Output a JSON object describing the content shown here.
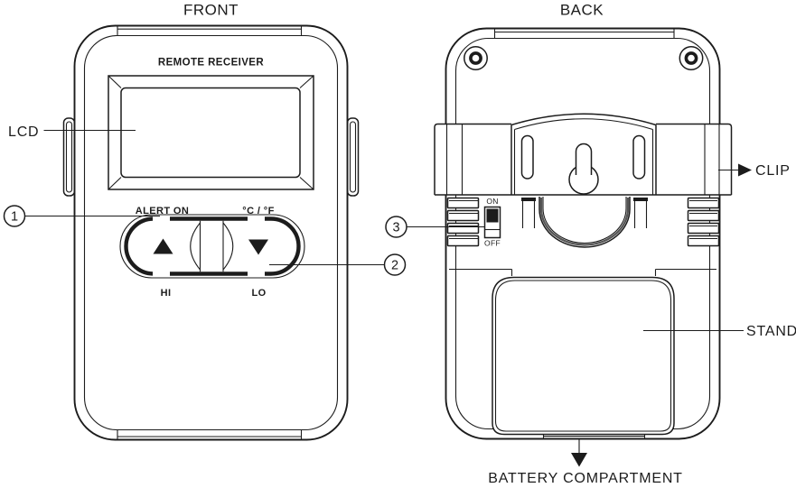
{
  "diagram": {
    "title_front": "FRONT",
    "title_back": "BACK"
  },
  "front_view": {
    "brand": "REMOTE RECEIVER",
    "lcd_label": "LCD",
    "alert_on_label": "ALERT ON",
    "temp_unit_label": "°C / °F",
    "hi_label": "HI",
    "lo_label": "LO"
  },
  "back_view": {
    "switch_on_label": "ON",
    "switch_off_label": "OFF",
    "clip_label": "CLIP",
    "stand_label": "STAND",
    "battery_label": "BATTERY COMPARTMENT"
  },
  "callouts": {
    "one": "1",
    "two": "2",
    "three": "3"
  },
  "icons": {
    "up_button": "triangle-up",
    "down_button": "triangle-down",
    "clip_pointer": "arrow-right",
    "battery_pointer": "arrow-down"
  },
  "colors": {
    "line": "#1c1c1c",
    "background": "#ffffff"
  }
}
